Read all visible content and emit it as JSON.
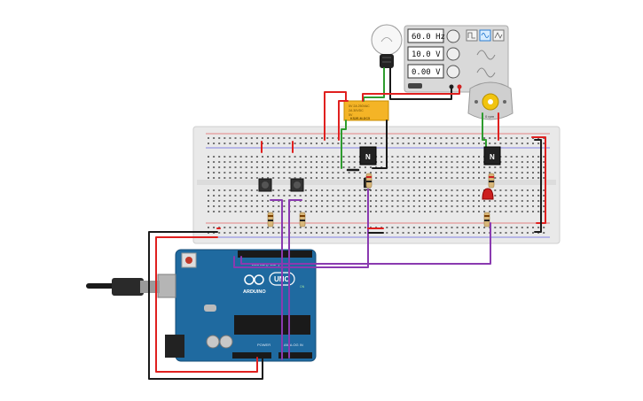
{
  "function_generator": {
    "frequency": "60.0 Hz",
    "amplitude": "10.0 V",
    "dc_offset": "0.00 V"
  },
  "relay": {
    "label_line1": "KS2E-M-DC5",
    "label_line2": "5V 2A 250VAC",
    "label_line3": "2A 30VDC",
    "label_line4": "5V"
  },
  "transistor_left": {
    "label": "N"
  },
  "transistor_right": {
    "label": "N"
  },
  "dc_motor": {
    "label": "0 rpm"
  },
  "arduino": {
    "brand": "ARDUINO",
    "model": "UNO",
    "header_digital": "DIGITAL (PWM~)",
    "header_power": "POWER",
    "header_analog": "ANALOG IN",
    "status_on": "ON"
  },
  "colors": {
    "breadboard": "#ebebeb",
    "arduino_board": "#1f6aa0",
    "wire_red": "#e0201f",
    "wire_black": "#1a1a1a",
    "wire_green": "#2e9c2e",
    "wire_purple": "#8a3ab0",
    "relay": "#f4b426"
  }
}
